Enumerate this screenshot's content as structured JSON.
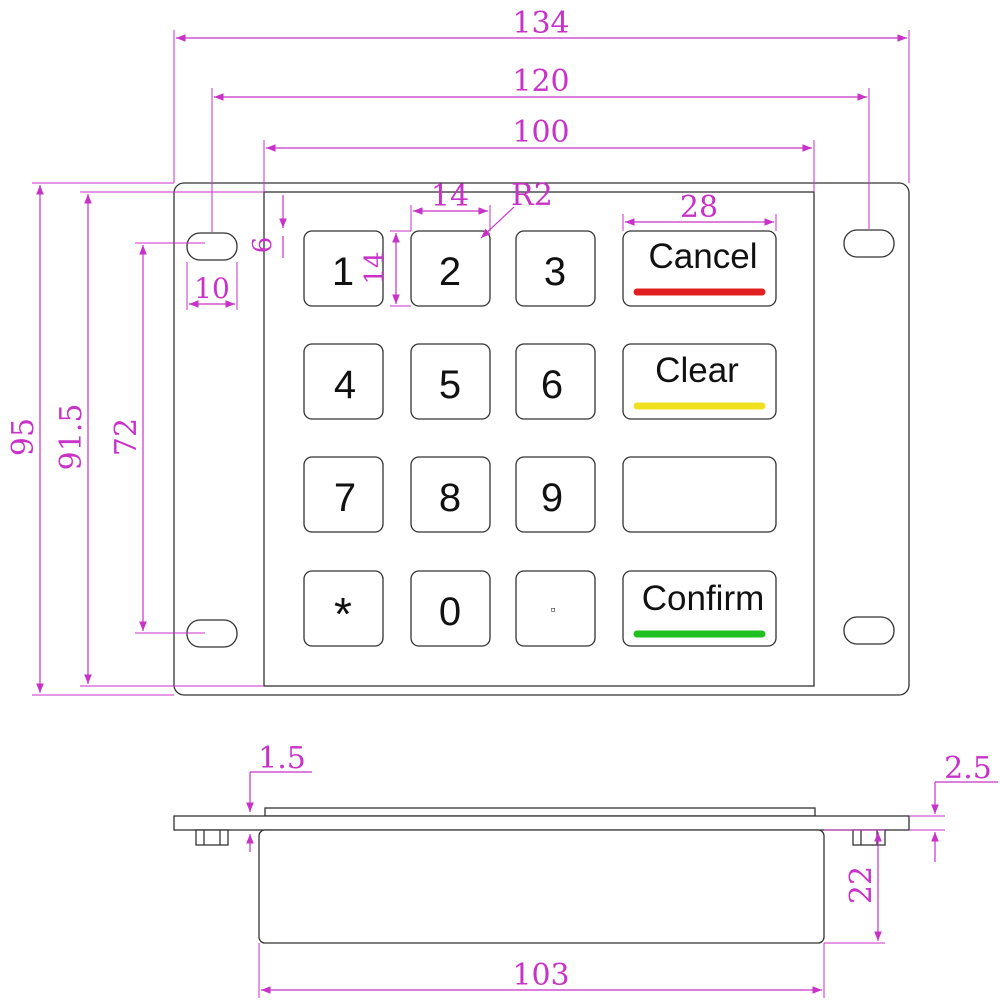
{
  "dimensions": {
    "overall_width": "134",
    "hole_spacing": "120",
    "keypad_width": "100",
    "key_width": "14",
    "corner_radius": "R2",
    "func_key_width": "28",
    "hole_offset_y": "6",
    "key_height": "14",
    "hole_offset_x": "10",
    "overall_height": "95",
    "inner_height": "91.5",
    "hole_vertical_spacing": "72",
    "flange_thickness": "1.5",
    "plate_thickness": "2.5",
    "body_depth": "22",
    "body_width": "103"
  },
  "keys": {
    "k1": "1",
    "k2": "2",
    "k3": "3",
    "k4": "4",
    "k5": "5",
    "k6": "6",
    "k7": "7",
    "k8": "8",
    "k9": "9",
    "kstar": "*",
    "k0": "0",
    "kdot": "▫"
  },
  "function_keys": [
    {
      "label": "Cancel",
      "indicator_color": "#e02020"
    },
    {
      "label": "Clear",
      "indicator_color": "#f0e020"
    },
    {
      "label": "",
      "indicator_color": ""
    },
    {
      "label": "Confirm",
      "indicator_color": "#20c020"
    }
  ],
  "colors": {
    "dimension_lines": "#c832c8",
    "outline": "#333333"
  }
}
